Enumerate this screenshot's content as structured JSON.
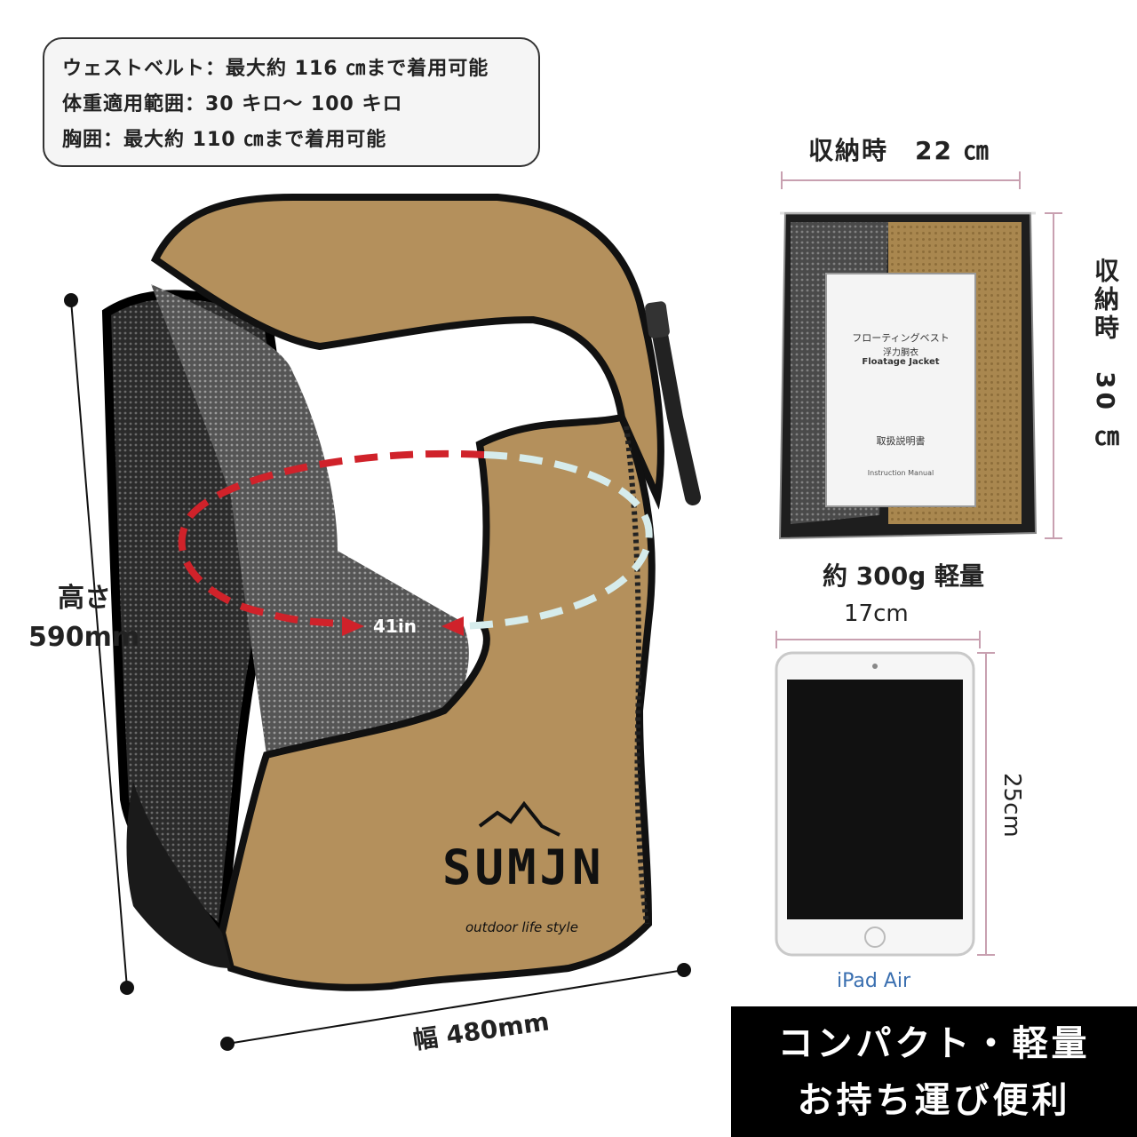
{
  "specs": {
    "waist": "ウェストベルト：最大約 116 ㎝まで着用可能",
    "weight": "体重適用範囲：30 キロ～ 100 キロ",
    "chest": "胸囲：最大約 110 ㎝まで着用可能"
  },
  "vest": {
    "height_label": "高さ",
    "height_value": "590mm",
    "width_label": "幅 480mm",
    "chest_label": "41in",
    "brand": "SUMJN",
    "tagline": "outdoor life style"
  },
  "package": {
    "width_label": "収納時　22 ㎝",
    "height_label": "収納時　30 ㎝",
    "weight_label": "約 300g 軽量",
    "card_title_1": "フローティングベスト",
    "card_title_2": "浮力胴衣",
    "card_title_3": "Floatage Jacket",
    "card_manual": "取扱説明書",
    "card_sub": "Instruction Manual"
  },
  "ipad": {
    "width_label": "17cm",
    "height_label": "25cm",
    "name": "iPad Air"
  },
  "banner": {
    "line1": "コンパクト・軽量",
    "line2": "お持ち運び便利"
  },
  "colors": {
    "vest_tan": "#b4905c",
    "mesh": "#3a3a3a",
    "dash_red": "#d0222a",
    "dash_light": "#d6ecec",
    "dim_line": "#c8a0b0",
    "ipad_label": "#3a6fb0"
  }
}
